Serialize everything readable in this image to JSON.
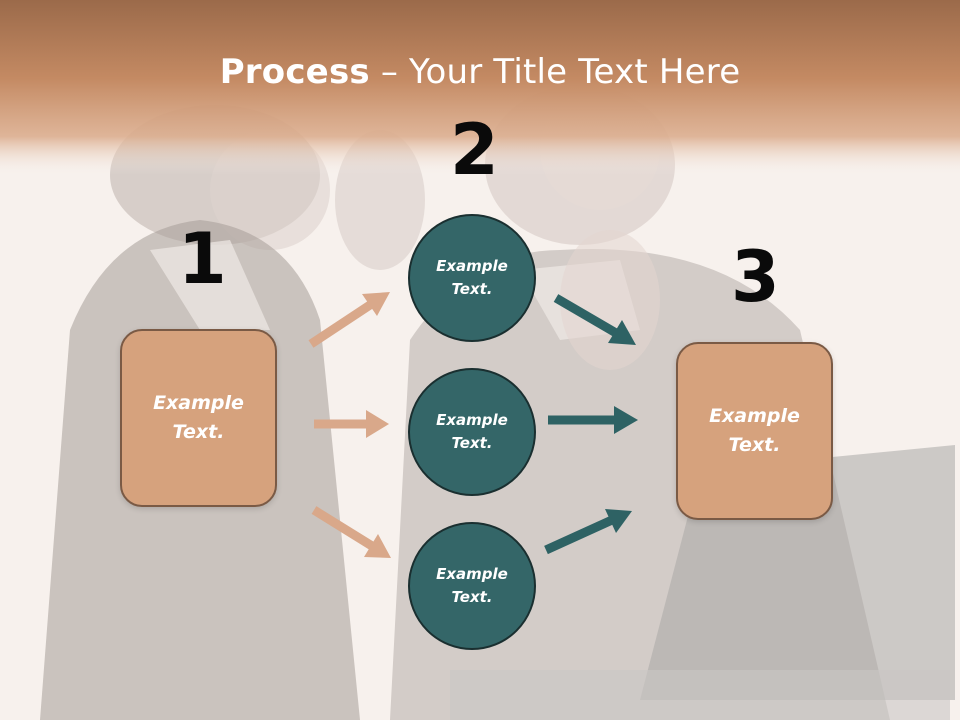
{
  "slide": {
    "title_bold": "Process",
    "title_rest": " – Your Title Text Here",
    "steps": [
      "1",
      "2",
      "3"
    ],
    "left_box": {
      "text": "Example\nText."
    },
    "right_box": {
      "text": "Example\nText."
    },
    "circles": [
      {
        "text": "Example\nText."
      },
      {
        "text": "Example\nText."
      },
      {
        "text": "Example\nText."
      }
    ]
  },
  "colors": {
    "header_brown": "#b97a52",
    "box_fill": "#d6a27d",
    "circle_fill": "#346668",
    "arrow_tan": "#d9a88a",
    "arrow_teal": "#2e6264"
  }
}
